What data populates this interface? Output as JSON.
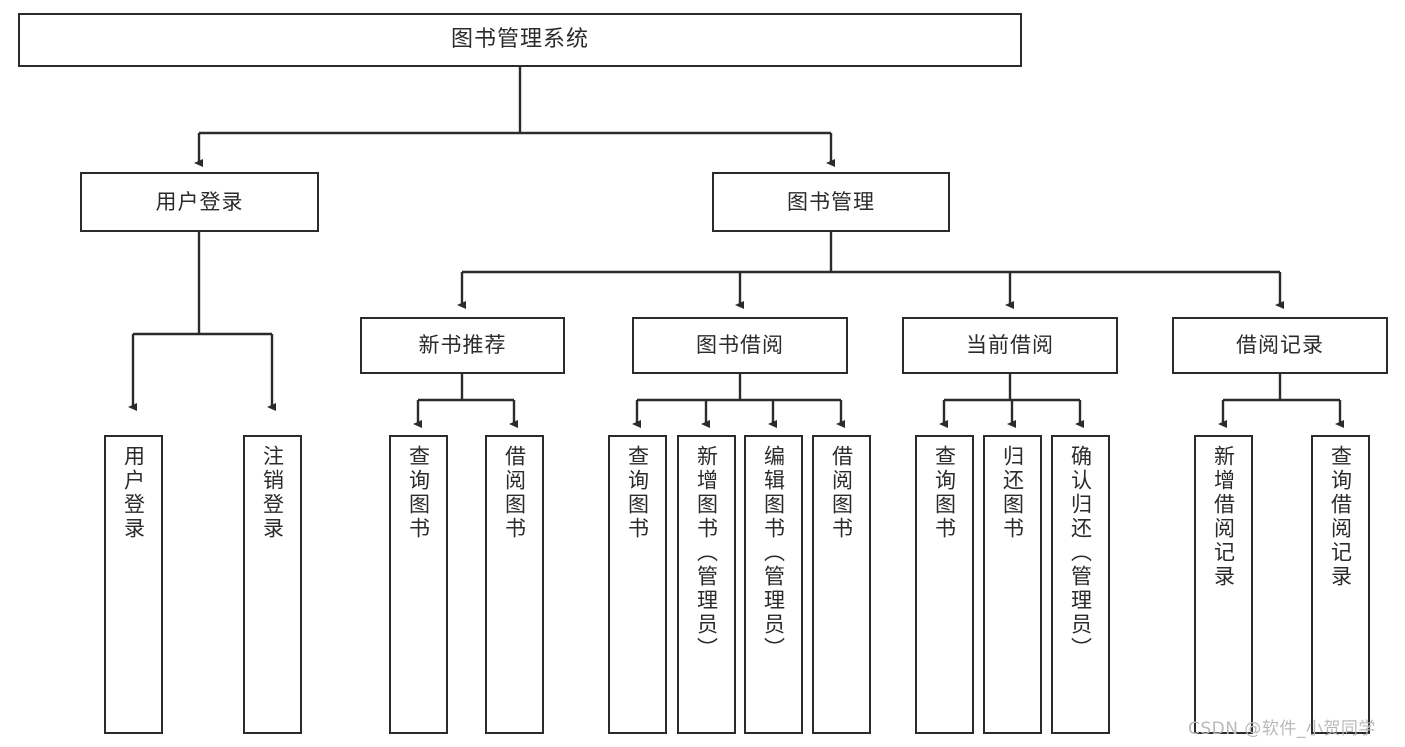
{
  "diagram": {
    "title": "图书管理系统",
    "type": "tree",
    "root": {
      "label": "图书管理系统"
    },
    "level1": [
      {
        "label": "用户登录"
      },
      {
        "label": "图书管理"
      }
    ],
    "level2": [
      {
        "label": "新书推荐"
      },
      {
        "label": "图书借阅"
      },
      {
        "label": "当前借阅"
      },
      {
        "label": "借阅记录"
      }
    ],
    "leaves": {
      "user_login": [
        {
          "label": "用户登录"
        },
        {
          "label": "注销登录"
        }
      ],
      "new_book_recommend": [
        {
          "label": "查询图书"
        },
        {
          "label": "借阅图书"
        }
      ],
      "book_borrow": [
        {
          "label": "查询图书"
        },
        {
          "label": "新增图书（管理员）"
        },
        {
          "label": "编辑图书（管理员）"
        },
        {
          "label": "借阅图书"
        }
      ],
      "current_borrow": [
        {
          "label": "查询图书"
        },
        {
          "label": "归还图书"
        },
        {
          "label": "确认归还（管理员）"
        }
      ],
      "borrow_record": [
        {
          "label": "新增借阅记录"
        },
        {
          "label": "查询借阅记录"
        }
      ]
    }
  },
  "watermark": {
    "text": "CSDN @软件_小贺同学"
  },
  "colors": {
    "stroke": "#2b2b2b",
    "background": "#ffffff",
    "text": "#2b2b2b",
    "watermark": "#b9b9b9"
  }
}
